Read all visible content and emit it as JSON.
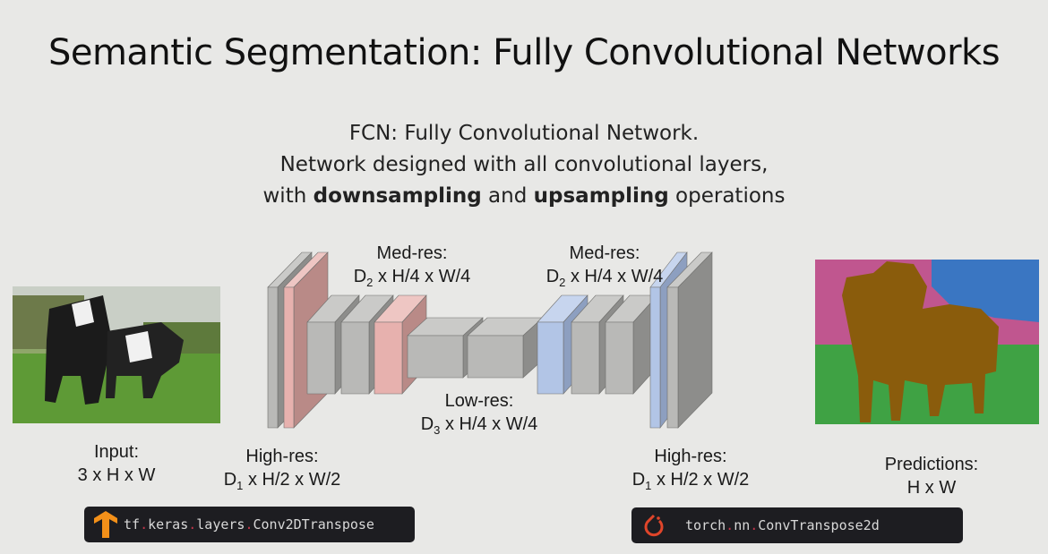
{
  "title": "Semantic Segmentation: Fully Convolutional Networks",
  "subtitle": {
    "line1": "FCN: Fully Convolutional Network.",
    "line2": "Network designed with all convolutional layers,",
    "line3_pre": "with ",
    "line3_bold1": "downsampling",
    "line3_mid": " and ",
    "line3_bold2": "upsampling",
    "line3_post": " operations"
  },
  "labels": {
    "input": {
      "l1": "Input:",
      "l2": "3 x H x W"
    },
    "high_left": {
      "l1": "High-res:",
      "d": "D",
      "sub": "1",
      "rest": " x H/2 x W/2"
    },
    "med_left": {
      "l1": "Med-res:",
      "d": "D",
      "sub": "2",
      "rest": " x H/4 x W/4"
    },
    "low": {
      "l1": "Low-res:",
      "d": "D",
      "sub": "3",
      "rest": " x H/4 x W/4"
    },
    "med_right": {
      "l1": "Med-res:",
      "d": "D",
      "sub": "2",
      "rest": " x H/4 x W/4"
    },
    "high_right": {
      "l1": "High-res:",
      "d": "D",
      "sub": "1",
      "rest": " x H/2 x W/2"
    },
    "predictions": {
      "l1": "Predictions:",
      "l2": "H x W"
    }
  },
  "code": {
    "tf": {
      "p1": "tf",
      "p2": "keras",
      "p3": "layers",
      "p4": "Conv2DTranspose"
    },
    "torch": {
      "p1": "torch",
      "p2": "nn",
      "p3": "ConvTranspose2d"
    }
  },
  "colors": {
    "gray": "#b9b9b7",
    "pink": "#e7b1ae",
    "blue": "#b2c5e6",
    "tf_orange": "#f39019",
    "torch_red": "#e0452a"
  }
}
